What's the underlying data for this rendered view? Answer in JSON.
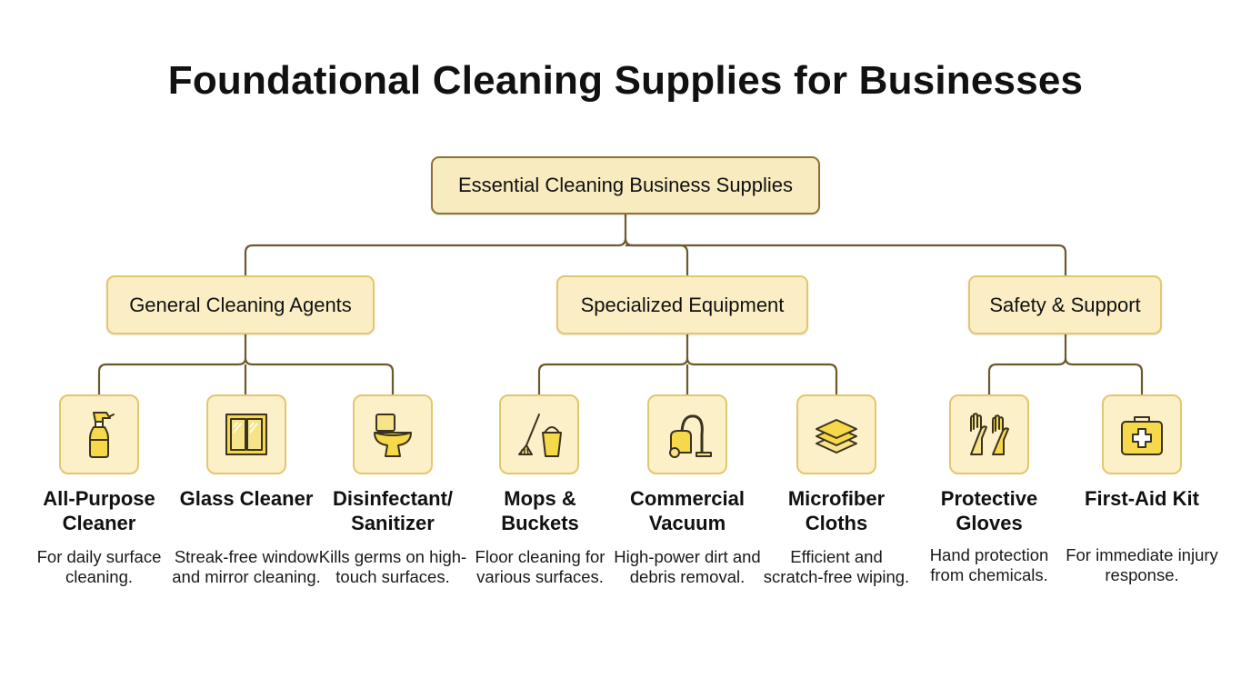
{
  "title": "Foundational Cleaning Supplies for Businesses",
  "root": {
    "label": "Essential Cleaning Business Supplies"
  },
  "categories": [
    {
      "label": "General Cleaning Agents",
      "items": [
        {
          "name": "All-Purpose Cleaner",
          "desc": "For daily surface cleaning.",
          "icon": "spray-bottle-icon"
        },
        {
          "name": "Glass Cleaner",
          "desc": "Streak-free window and mirror cleaning.",
          "icon": "window-icon"
        },
        {
          "name": "Disinfectant/ Sanitizer",
          "desc": "Kills germs on high-touch surfaces.",
          "icon": "toilet-icon"
        }
      ]
    },
    {
      "label": "Specialized Equipment",
      "items": [
        {
          "name": "Mops & Buckets",
          "desc": "Floor cleaning for various surfaces.",
          "icon": "mop-bucket-icon"
        },
        {
          "name": "Commercial Vacuum",
          "desc": "High-power dirt and debris removal.",
          "icon": "vacuum-icon"
        },
        {
          "name": "Microfiber Cloths",
          "desc": "Efficient and scratch-free wiping.",
          "icon": "cloths-icon"
        }
      ]
    },
    {
      "label": "Safety & Support",
      "items": [
        {
          "name": "Protective Gloves",
          "desc": "Hand protection from chemicals.",
          "icon": "gloves-icon"
        },
        {
          "name": "First-Aid Kit",
          "desc": "For immediate injury response.",
          "icon": "first-aid-kit-icon"
        }
      ]
    }
  ],
  "colors": {
    "node_fill": "#f8ebbf",
    "node_border": "#8a7434",
    "category_border": "#e3c76f",
    "icon_fill": "#f5d94a",
    "connector": "#6b5a2a"
  }
}
